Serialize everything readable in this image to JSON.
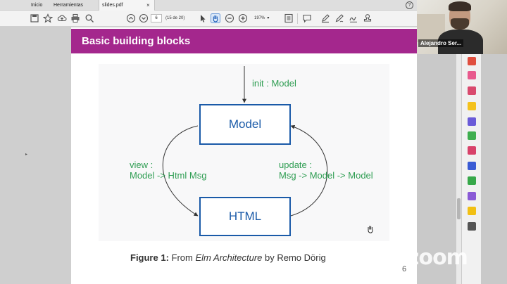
{
  "tabs": [
    {
      "label": "Inicio"
    },
    {
      "label": "Herramientas"
    },
    {
      "label": "slides.pdf"
    }
  ],
  "tab_close": "×",
  "help": "?",
  "toolbar": {
    "page_input": "6",
    "page_count": "(15 de 20)",
    "zoom_value": "197%",
    "zoom_caret": "▾"
  },
  "slide": {
    "title": "Basic building blocks",
    "diagram": {
      "init_label": "init : Model",
      "model_node": "Model",
      "html_node": "HTML",
      "view_label_1": "view :",
      "view_label_2": "Model -> Html Msg",
      "update_label_1": "update :",
      "update_label_2": "Msg -> Model -> Model"
    },
    "caption": {
      "prefix": "Figure 1:",
      "text1": "From",
      "italic": "Elm Architecture",
      "text2": "by Remo Dörig"
    },
    "page_number": "6"
  },
  "webcam": {
    "participant_name": "Alejandro Ser..."
  },
  "watermark": "zoom",
  "colors": {
    "header": "#a4278d",
    "node_border": "#1a5aa8",
    "label_green": "#2e9d52"
  }
}
